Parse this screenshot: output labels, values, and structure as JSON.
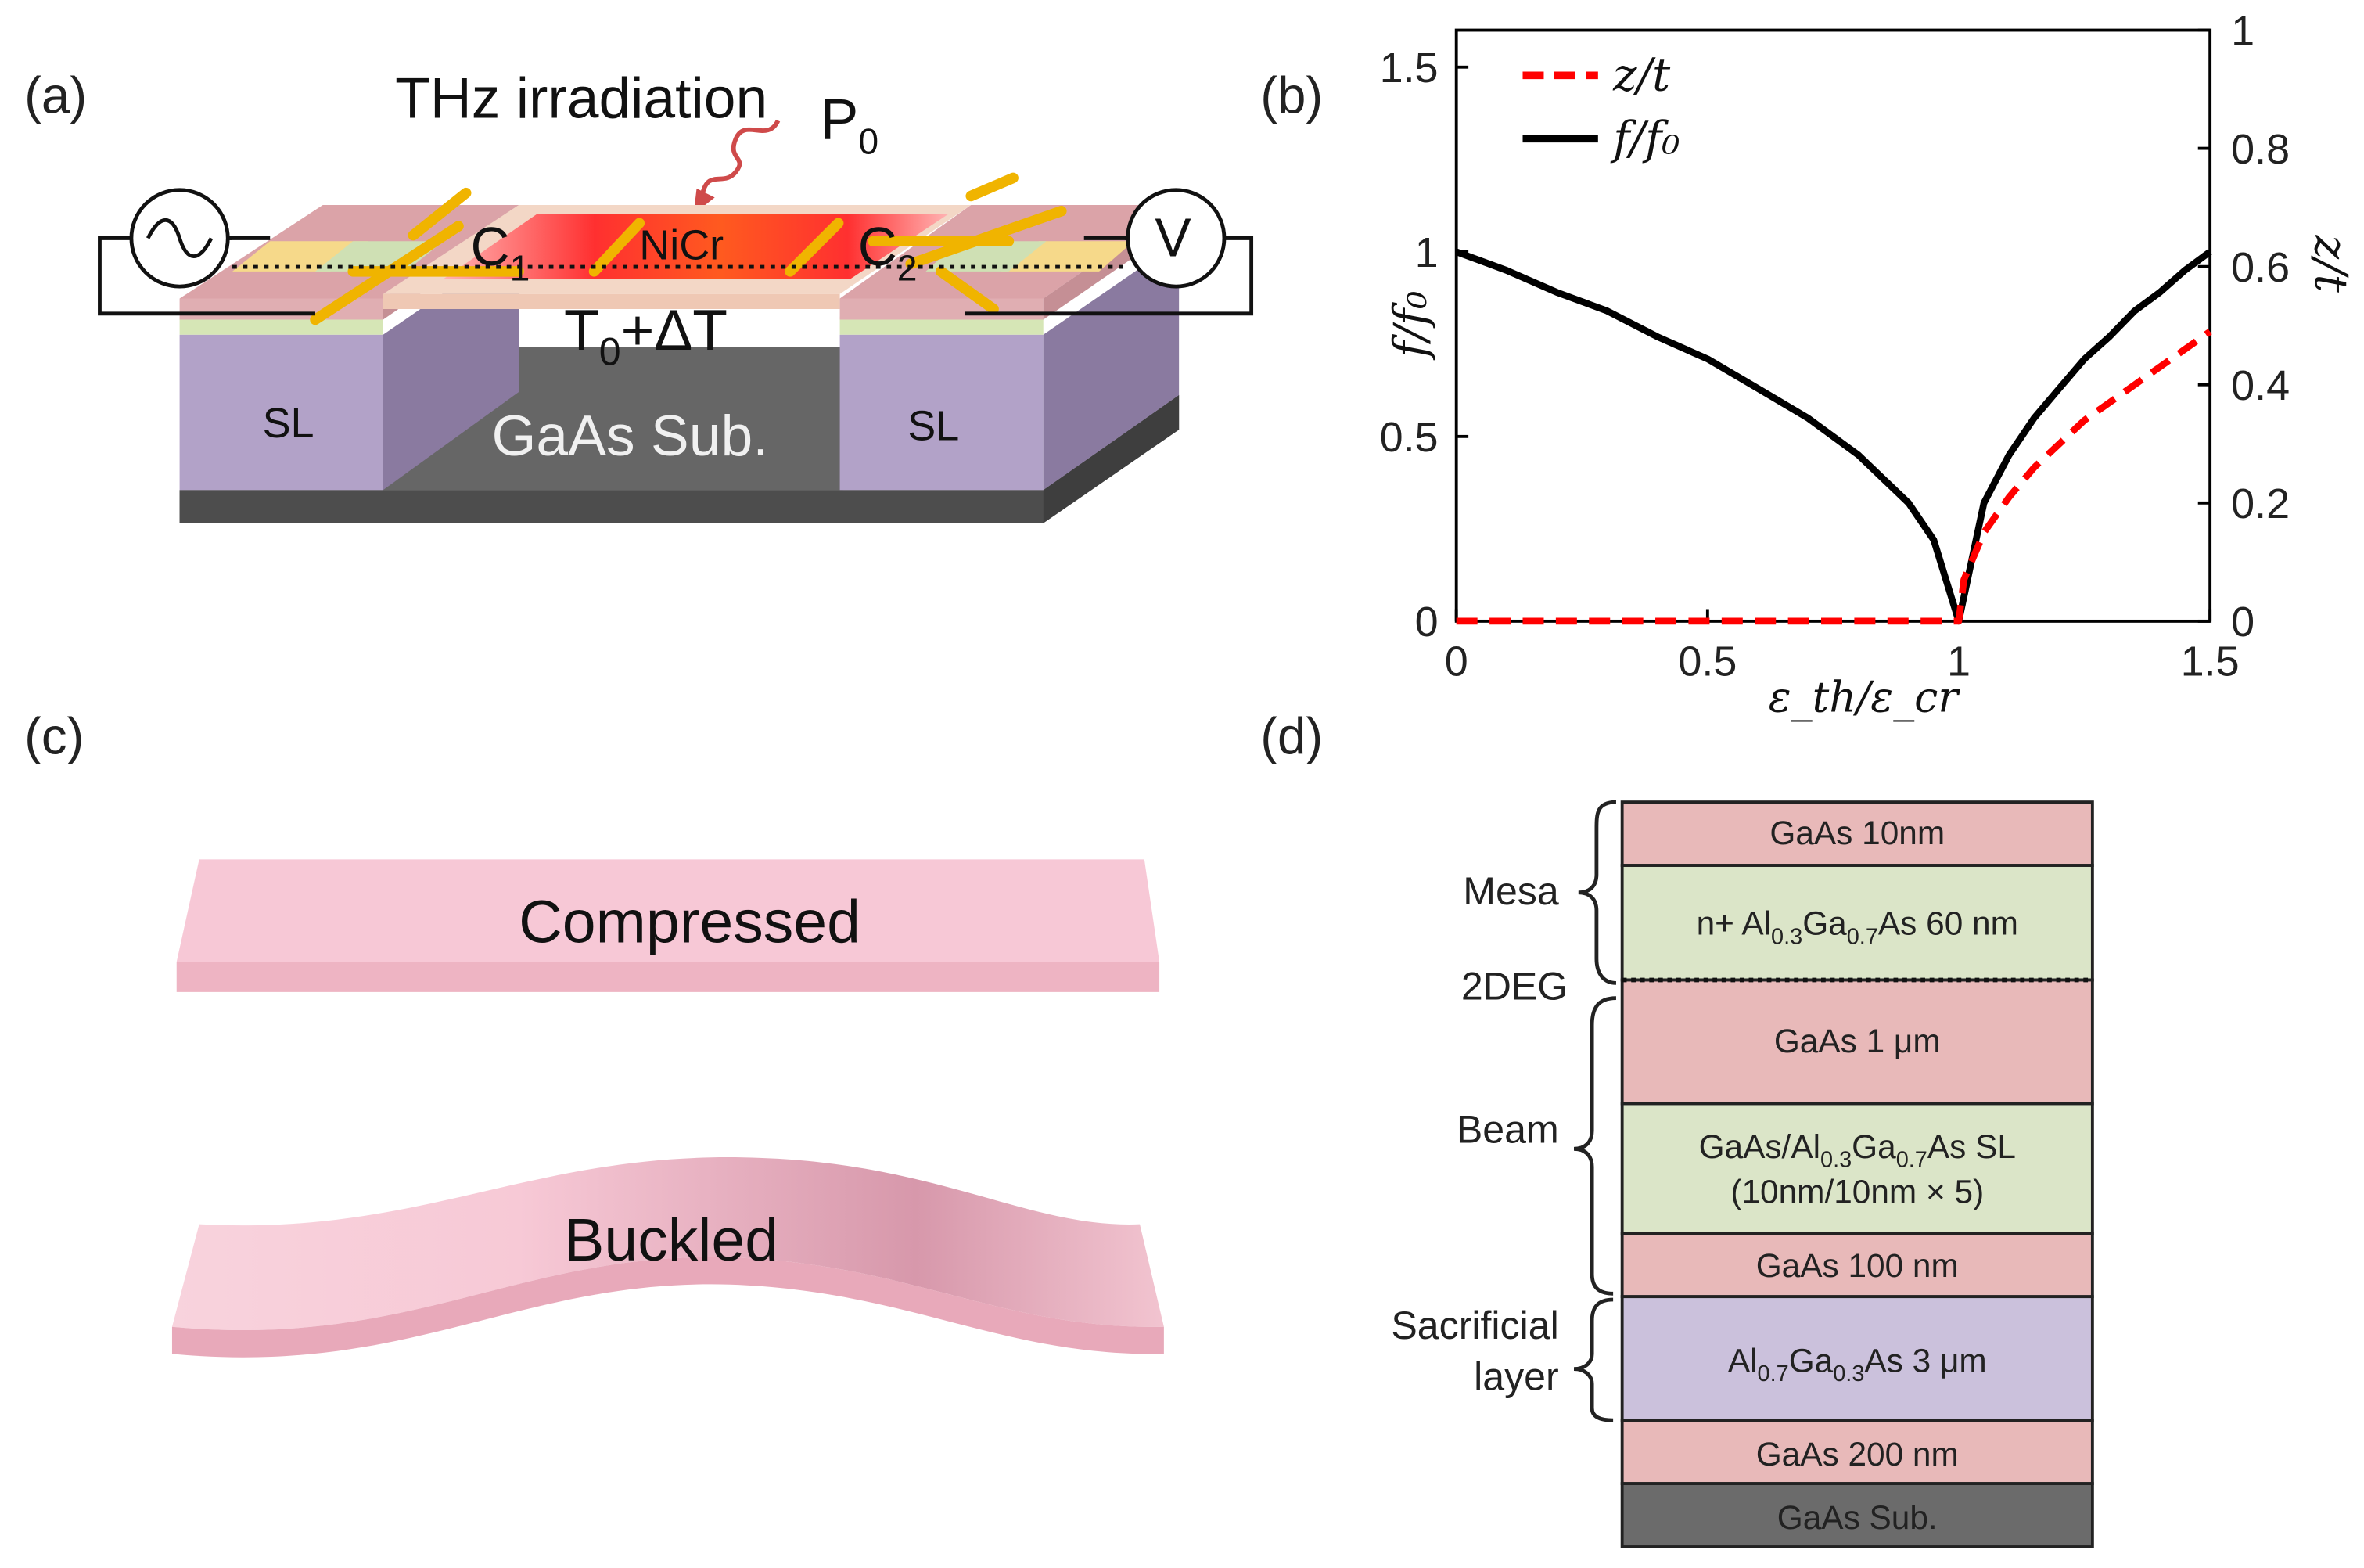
{
  "panels": {
    "a": {
      "label": "(a)",
      "irradiation": "THz irradiation",
      "power": "P",
      "power_sub": "0",
      "beam_material": "NiCr",
      "c1": "C",
      "c1_sub": "1",
      "c2": "C",
      "c2_sub": "2",
      "temp_main": "T",
      "temp_sub": "0",
      "temp_rest": "+ΔT",
      "sl_left": "SL",
      "sl_right": "SL",
      "substrate": "GaAs Sub.",
      "voltmeter": "V"
    },
    "b": {
      "label": "(b)"
    },
    "c": {
      "label": "(c)",
      "top_beam": "Compressed",
      "bottom_beam": "Buckled"
    },
    "d": {
      "label": "(d)",
      "brackets": {
        "mesa": "Mesa",
        "twodeg": "2DEG",
        "beam": "Beam",
        "sacrificial_1": "Sacrificial",
        "sacrificial_2": "layer"
      },
      "layers": {
        "l1": {
          "text": "GaAs 10nm",
          "color": "#e8b9b9"
        },
        "l2": {
          "pre": "n+ Al",
          "s1": "0.3",
          "mid": "Ga",
          "s2": "0.7",
          "post": "As 60 nm",
          "color": "#dbe5c8"
        },
        "l3": {
          "text": "GaAs 1 μm",
          "color": "#e8b9b9"
        },
        "l4": {
          "pre": "GaAs/Al",
          "s1": "0.3",
          "mid": "Ga",
          "s2": "0.7",
          "post": "As SL",
          "line2": "(10nm/10nm × 5)",
          "color": "#dbe5c8"
        },
        "l5": {
          "text": "GaAs 100 nm",
          "color": "#e8b9b9"
        },
        "l6": {
          "pre": "Al",
          "s1": "0.7",
          "mid": "Ga",
          "s2": "0.3",
          "post": "As 3 μm",
          "color": "#cbc1dc"
        },
        "l7": {
          "text": "GaAs 200 nm",
          "color": "#e8b9b9"
        },
        "l8": {
          "text": "GaAs Sub.",
          "color": "#6b6b6b"
        }
      }
    }
  },
  "chart_data": {
    "type": "line",
    "xlabel": "ε_th/ε_cr",
    "ylabel_left": "f/f₀",
    "ylabel_right": "z/t",
    "xlim": [
      0,
      1.5
    ],
    "ylim_left": [
      0,
      1.6
    ],
    "ylim_right": [
      0,
      1
    ],
    "x_ticks": [
      "0",
      "0.5",
      "1",
      "1.5"
    ],
    "y_left_ticks": [
      "0",
      "0.5",
      "1",
      "1.5"
    ],
    "y_right_ticks": [
      "0",
      "0.2",
      "0.4",
      "0.6",
      "0.8",
      "1"
    ],
    "legend": {
      "placement": "top-left",
      "entries": [
        "z/t",
        "f/f₀"
      ]
    },
    "series": [
      {
        "name": "f/f₀",
        "axis": "left",
        "color": "#000000",
        "style": "solid",
        "x": [
          0,
          0.1,
          0.2,
          0.3,
          0.4,
          0.5,
          0.6,
          0.7,
          0.8,
          0.9,
          0.95,
          1.0,
          1.05,
          1.1,
          1.15,
          1.2,
          1.25,
          1.3,
          1.35,
          1.4,
          1.45,
          1.5
        ],
        "y": [
          1.0,
          0.95,
          0.89,
          0.84,
          0.77,
          0.71,
          0.63,
          0.55,
          0.45,
          0.32,
          0.22,
          0.0,
          0.32,
          0.45,
          0.55,
          0.63,
          0.71,
          0.77,
          0.84,
          0.89,
          0.95,
          1.0
        ]
      },
      {
        "name": "z/t",
        "axis": "right",
        "color": "#ff0000",
        "style": "dashed",
        "x": [
          0,
          0.5,
          1.0,
          1.01,
          1.02,
          1.05,
          1.1,
          1.15,
          1.2,
          1.25,
          1.3,
          1.35,
          1.4,
          1.45,
          1.5
        ],
        "y": [
          0,
          0,
          0,
          0.07,
          0.09,
          0.15,
          0.21,
          0.26,
          0.3,
          0.34,
          0.37,
          0.4,
          0.43,
          0.46,
          0.49
        ]
      }
    ]
  }
}
